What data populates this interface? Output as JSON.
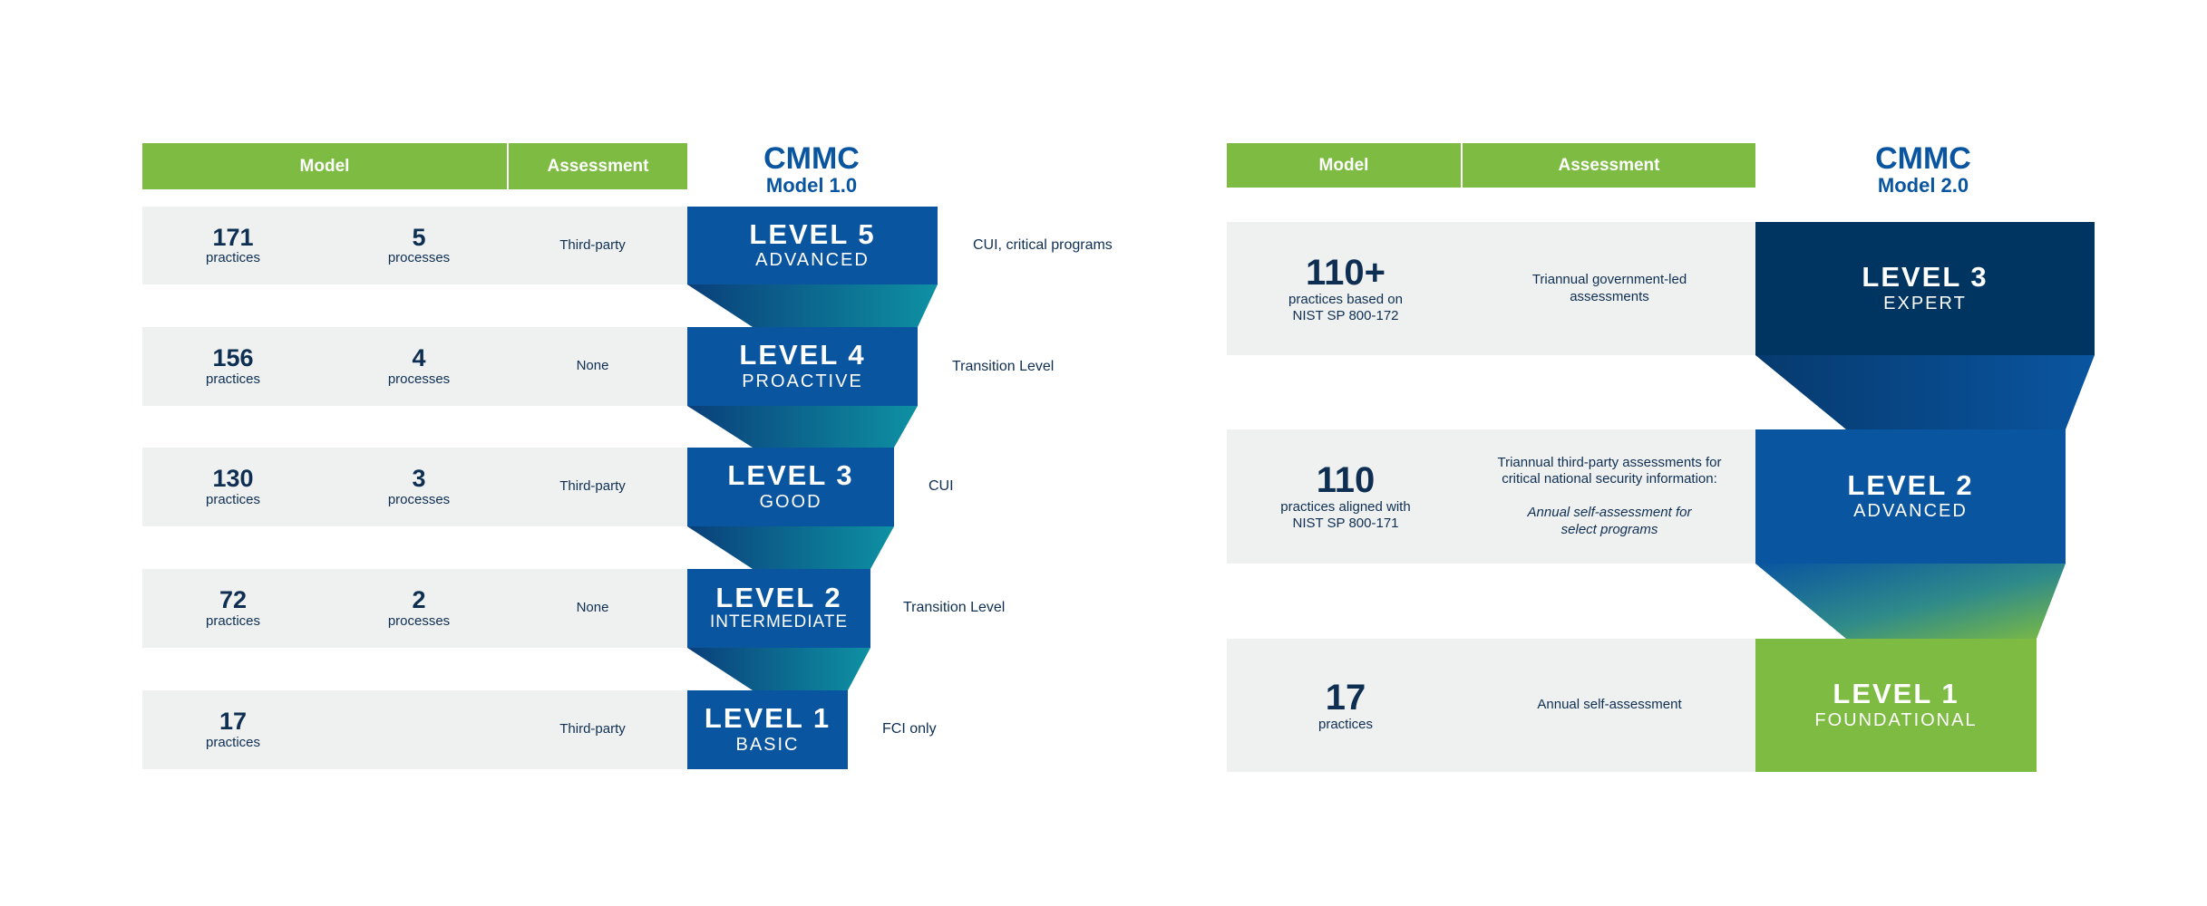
{
  "left": {
    "header": {
      "model": "Model",
      "assessment": "Assessment"
    },
    "title": {
      "line1": "CMMC",
      "line2": "Model 1.0"
    },
    "levels": [
      {
        "practices_count": "171",
        "practices_label": "practices",
        "processes_count": "5",
        "processes_label": "processes",
        "assessment": "Third-party",
        "level": "LEVEL 5",
        "name": "ADVANCED",
        "note": "CUI, critical programs"
      },
      {
        "practices_count": "156",
        "practices_label": "practices",
        "processes_count": "4",
        "processes_label": "processes",
        "assessment": "None",
        "level": "LEVEL 4",
        "name": "PROACTIVE",
        "note": "Transition Level"
      },
      {
        "practices_count": "130",
        "practices_label": "practices",
        "processes_count": "3",
        "processes_label": "processes",
        "assessment": "Third-party",
        "level": "LEVEL 3",
        "name": "GOOD",
        "note": "CUI"
      },
      {
        "practices_count": "72",
        "practices_label": "practices",
        "processes_count": "2",
        "processes_label": "processes",
        "assessment": "None",
        "level": "LEVEL 2",
        "name": "INTERMEDIATE",
        "note": "Transition Level"
      },
      {
        "practices_count": "17",
        "practices_label": "practices",
        "processes_count": "",
        "processes_label": "",
        "assessment": "Third-party",
        "level": "LEVEL 1",
        "name": "BASIC",
        "note": "FCI only"
      }
    ]
  },
  "right": {
    "header": {
      "model": "Model",
      "assessment": "Assessment"
    },
    "title": {
      "line1": "CMMC",
      "line2": "Model 2.0"
    },
    "levels": [
      {
        "count": "110+",
        "label_line1": "practices based on",
        "label_line2": "NIST SP 800-172",
        "assessment_line1": "Triannual government-led",
        "assessment_line2": "assessments",
        "level": "LEVEL 3",
        "name": "EXPERT"
      },
      {
        "count": "110",
        "label_line1": "practices aligned with",
        "label_line2": "NIST SP 800-171",
        "assessment_line1": "Triannual third-party assessments for",
        "assessment_line2": "critical national security information:",
        "assessment_italic_line1": "Annual self-assessment for",
        "assessment_italic_line2": "select programs",
        "level": "LEVEL 2",
        "name": "ADVANCED"
      },
      {
        "count": "17",
        "label_line1": "practices",
        "assessment_line1": "Annual self-assessment",
        "level": "LEVEL 1",
        "name": "FOUNDATIONAL"
      }
    ]
  },
  "colors": {
    "green": "#7dbb42",
    "blue": "#0a55a0",
    "navy": "#003561",
    "teal": "#0e8c9e",
    "row_bg": "#eff1f1",
    "text": "#0f2f52"
  }
}
